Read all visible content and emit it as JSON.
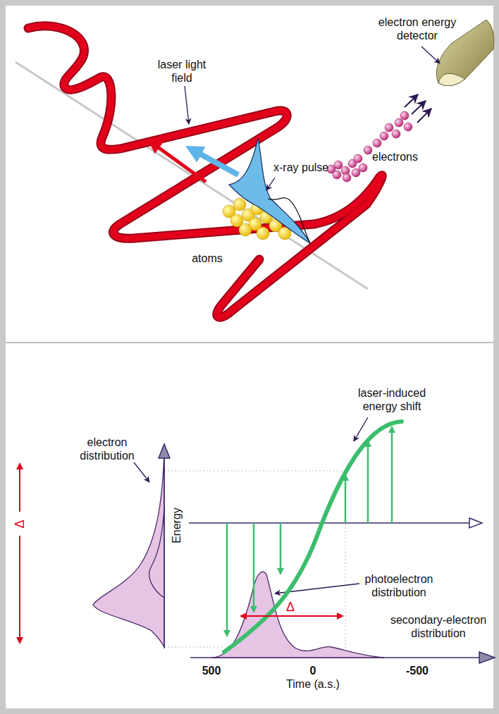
{
  "diagram": {
    "labels": [
      "electron energy detector",
      "laser light field",
      "x-ray pulse",
      "electrons",
      "atoms",
      "laser-induced energy shift",
      "electron distribution",
      "Energy",
      "Δ",
      "photoelectron distribution",
      "Δ",
      "secondary-electron distribution",
      "500",
      "0",
      "-500",
      "Time (a.s.)"
    ]
  }
}
